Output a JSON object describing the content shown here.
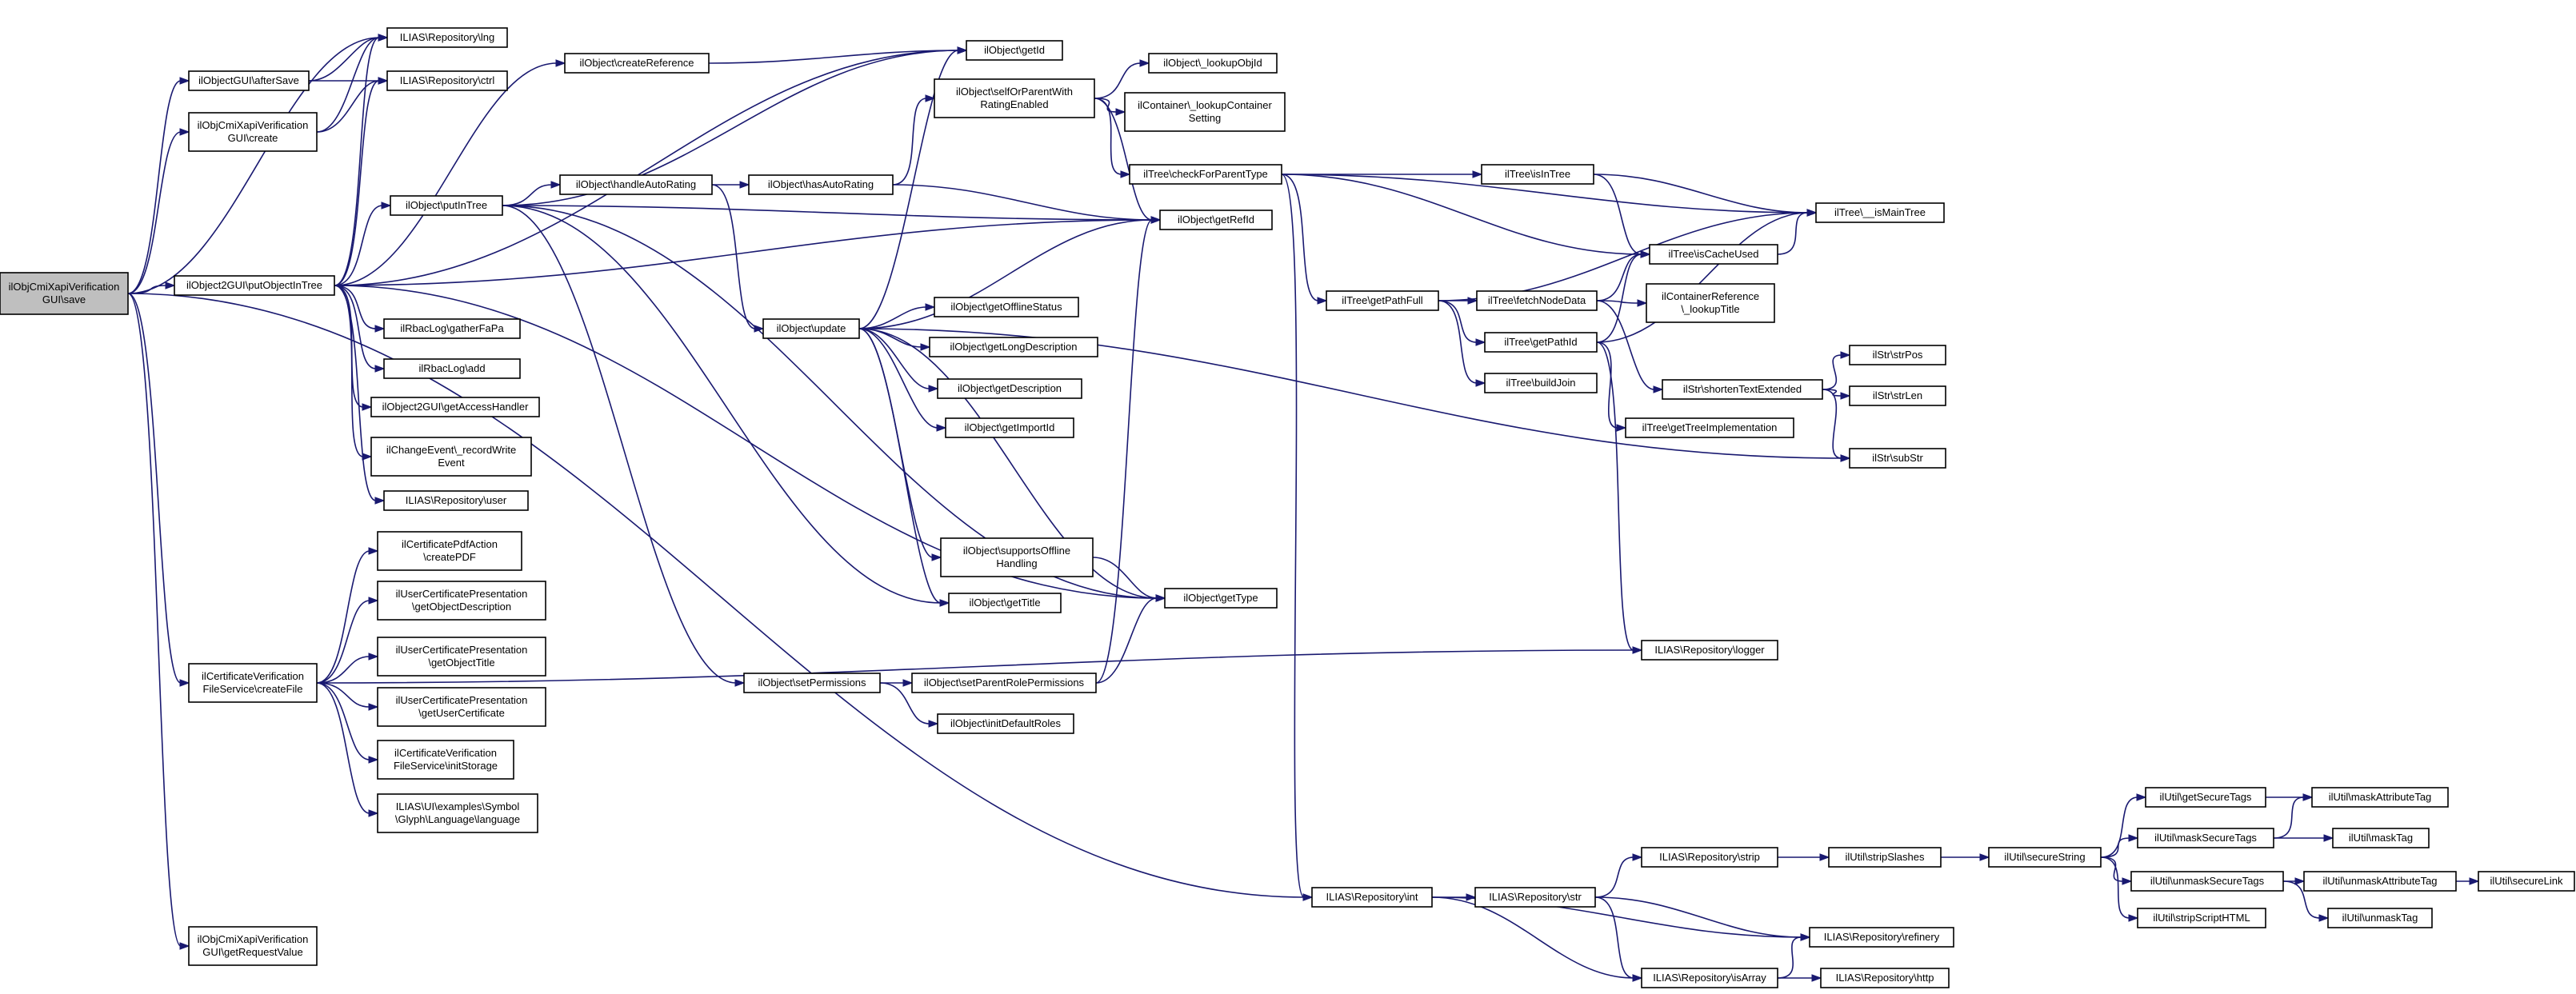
{
  "diagram": {
    "nodes": [
      {
        "id": "save",
        "lines": [
          "ilObjCmiXapiVerification",
          "GUI\\save"
        ],
        "root": true
      },
      {
        "id": "lng",
        "lines": [
          "ILIAS\\Repository\\lng"
        ]
      },
      {
        "id": "afterSave",
        "lines": [
          "ilObjectGUI\\afterSave"
        ]
      },
      {
        "id": "ctrl",
        "lines": [
          "ILIAS\\Repository\\ctrl"
        ]
      },
      {
        "id": "create",
        "lines": [
          "ilObjCmiXapiVerification",
          "GUI\\create"
        ]
      },
      {
        "id": "createReference",
        "lines": [
          "ilObject\\createReference"
        ]
      },
      {
        "id": "getId",
        "lines": [
          "ilObject\\getId"
        ]
      },
      {
        "id": "selfOrParent",
        "lines": [
          "ilObject\\selfOrParentWith",
          "RatingEnabled"
        ]
      },
      {
        "id": "lookupObjId",
        "lines": [
          "ilObject\\_lookupObjId"
        ]
      },
      {
        "id": "lookupContainerSetting",
        "lines": [
          "ilContainer\\_lookupContainer",
          "Setting"
        ]
      },
      {
        "id": "checkForParentType",
        "lines": [
          "ilTree\\checkForParentType"
        ]
      },
      {
        "id": "isInTree",
        "lines": [
          "ilTree\\isInTree"
        ]
      },
      {
        "id": "isMainTree",
        "lines": [
          "ilTree\\__isMainTree"
        ]
      },
      {
        "id": "putInTree",
        "lines": [
          "ilObject\\putInTree"
        ]
      },
      {
        "id": "handleAutoRating",
        "lines": [
          "ilObject\\handleAutoRating"
        ]
      },
      {
        "id": "hasAutoRating",
        "lines": [
          "ilObject\\hasAutoRating"
        ]
      },
      {
        "id": "getRefId",
        "lines": [
          "ilObject\\getRefId"
        ]
      },
      {
        "id": "isCacheUsed",
        "lines": [
          "ilTree\\isCacheUsed"
        ]
      },
      {
        "id": "putObjectInTree",
        "lines": [
          "ilObject2GUI\\putObjectInTree"
        ]
      },
      {
        "id": "getPathFull",
        "lines": [
          "ilTree\\getPathFull"
        ]
      },
      {
        "id": "fetchNodeData",
        "lines": [
          "ilTree\\fetchNodeData"
        ]
      },
      {
        "id": "lookupTitle",
        "lines": [
          "ilContainerReference",
          "\\_lookupTitle"
        ]
      },
      {
        "id": "getOfflineStatus",
        "lines": [
          "ilObject\\getOfflineStatus"
        ]
      },
      {
        "id": "update",
        "lines": [
          "ilObject\\update"
        ]
      },
      {
        "id": "getPathId",
        "lines": [
          "ilTree\\getPathId"
        ]
      },
      {
        "id": "strPos",
        "lines": [
          "ilStr\\strPos"
        ]
      },
      {
        "id": "gatherFaPa",
        "lines": [
          "ilRbacLog\\gatherFaPa"
        ]
      },
      {
        "id": "getLongDescription",
        "lines": [
          "ilObject\\getLongDescription"
        ]
      },
      {
        "id": "buildJoin",
        "lines": [
          "ilTree\\buildJoin"
        ]
      },
      {
        "id": "shortenTextExtended",
        "lines": [
          "ilStr\\shortenTextExtended"
        ]
      },
      {
        "id": "strLen",
        "lines": [
          "ilStr\\strLen"
        ]
      },
      {
        "id": "rbacAdd",
        "lines": [
          "ilRbacLog\\add"
        ]
      },
      {
        "id": "getDescription",
        "lines": [
          "ilObject\\getDescription"
        ]
      },
      {
        "id": "getAccessHandler",
        "lines": [
          "ilObject2GUI\\getAccessHandler"
        ]
      },
      {
        "id": "getImportId",
        "lines": [
          "ilObject\\getImportId"
        ]
      },
      {
        "id": "getTreeImplementation",
        "lines": [
          "ilTree\\getTreeImplementation"
        ]
      },
      {
        "id": "recordWriteEvent",
        "lines": [
          "ilChangeEvent\\_recordWrite",
          "Event"
        ]
      },
      {
        "id": "subStr",
        "lines": [
          "ilStr\\subStr"
        ]
      },
      {
        "id": "repoUser",
        "lines": [
          "ILIAS\\Repository\\user"
        ]
      },
      {
        "id": "supportsOffline",
        "lines": [
          "ilObject\\supportsOffline",
          "Handling"
        ]
      },
      {
        "id": "createPDF",
        "lines": [
          "ilCertificatePdfAction",
          "\\createPDF"
        ]
      },
      {
        "id": "getObjectDescription",
        "lines": [
          "ilUserCertificatePresentation",
          "\\getObjectDescription"
        ]
      },
      {
        "id": "getTitle",
        "lines": [
          "ilObject\\getTitle"
        ]
      },
      {
        "id": "getType",
        "lines": [
          "ilObject\\getType"
        ]
      },
      {
        "id": "getObjectTitle",
        "lines": [
          "ilUserCertificatePresentation",
          "\\getObjectTitle"
        ]
      },
      {
        "id": "createFile",
        "lines": [
          "ilCertificateVerification",
          "FileService\\createFile"
        ]
      },
      {
        "id": "logger",
        "lines": [
          "ILIAS\\Repository\\logger"
        ]
      },
      {
        "id": "setPermissions",
        "lines": [
          "ilObject\\setPermissions"
        ]
      },
      {
        "id": "setParentRolePermissions",
        "lines": [
          "ilObject\\setParentRolePermissions"
        ]
      },
      {
        "id": "getUserCertificate",
        "lines": [
          "ilUserCertificatePresentation",
          "\\getUserCertificate"
        ]
      },
      {
        "id": "initDefaultRoles",
        "lines": [
          "ilObject\\initDefaultRoles"
        ]
      },
      {
        "id": "initStorage",
        "lines": [
          "ilCertificateVerification",
          "FileService\\initStorage"
        ]
      },
      {
        "id": "language",
        "lines": [
          "ILIAS\\UI\\examples\\Symbol",
          "\\Glyph\\Language\\language"
        ]
      },
      {
        "id": "getSecureTags",
        "lines": [
          "ilUtil\\getSecureTags"
        ]
      },
      {
        "id": "maskAttributeTag",
        "lines": [
          "ilUtil\\maskAttributeTag"
        ]
      },
      {
        "id": "maskSecureTags",
        "lines": [
          "ilUtil\\maskSecureTags"
        ]
      },
      {
        "id": "maskTag",
        "lines": [
          "ilUtil\\maskTag"
        ]
      },
      {
        "id": "repoStrip",
        "lines": [
          "ILIAS\\Repository\\strip"
        ]
      },
      {
        "id": "stripSlashes",
        "lines": [
          "ilUtil\\stripSlashes"
        ]
      },
      {
        "id": "secureString",
        "lines": [
          "ilUtil\\secureString"
        ]
      },
      {
        "id": "unmaskSecureTags",
        "lines": [
          "ilUtil\\unmaskSecureTags"
        ]
      },
      {
        "id": "unmaskAttributeTag",
        "lines": [
          "ilUtil\\unmaskAttributeTag"
        ]
      },
      {
        "id": "secureLink",
        "lines": [
          "ilUtil\\secureLink"
        ]
      },
      {
        "id": "repoInt",
        "lines": [
          "ILIAS\\Repository\\int"
        ]
      },
      {
        "id": "repoStr",
        "lines": [
          "ILIAS\\Repository\\str"
        ]
      },
      {
        "id": "stripScriptHTML",
        "lines": [
          "ilUtil\\stripScriptHTML"
        ]
      },
      {
        "id": "unmaskTag",
        "lines": [
          "ilUtil\\unmaskTag"
        ]
      },
      {
        "id": "refinery",
        "lines": [
          "ILIAS\\Repository\\refinery"
        ]
      },
      {
        "id": "getRequestValue",
        "lines": [
          "ilObjCmiXapiVerification",
          "GUI\\getRequestValue"
        ]
      },
      {
        "id": "isArray",
        "lines": [
          "ILIAS\\Repository\\isArray"
        ]
      },
      {
        "id": "http",
        "lines": [
          "ILIAS\\Repository\\http"
        ]
      }
    ],
    "edges": [
      [
        "save",
        "lng"
      ],
      [
        "save",
        "afterSave"
      ],
      [
        "save",
        "create"
      ],
      [
        "save",
        "putObjectInTree"
      ],
      [
        "save",
        "createFile"
      ],
      [
        "save",
        "repoInt"
      ],
      [
        "save",
        "getRequestValue"
      ],
      [
        "afterSave",
        "lng"
      ],
      [
        "afterSave",
        "ctrl"
      ],
      [
        "create",
        "lng"
      ],
      [
        "create",
        "ctrl"
      ],
      [
        "createReference",
        "getId"
      ],
      [
        "selfOrParent",
        "lookupObjId"
      ],
      [
        "selfOrParent",
        "lookupContainerSetting"
      ],
      [
        "selfOrParent",
        "checkForParentType"
      ],
      [
        "selfOrParent",
        "getRefId"
      ],
      [
        "checkForParentType",
        "isInTree"
      ],
      [
        "checkForParentType",
        "isMainTree"
      ],
      [
        "checkForParentType",
        "isCacheUsed"
      ],
      [
        "checkForParentType",
        "getPathFull"
      ],
      [
        "checkForParentType",
        "repoInt"
      ],
      [
        "isInTree",
        "isMainTree"
      ],
      [
        "isInTree",
        "isCacheUsed"
      ],
      [
        "isCacheUsed",
        "isMainTree"
      ],
      [
        "putInTree",
        "getId"
      ],
      [
        "putInTree",
        "handleAutoRating"
      ],
      [
        "putInTree",
        "getRefId"
      ],
      [
        "putInTree",
        "getType"
      ],
      [
        "putInTree",
        "getTitle"
      ],
      [
        "putInTree",
        "setPermissions"
      ],
      [
        "handleAutoRating",
        "hasAutoRating"
      ],
      [
        "handleAutoRating",
        "update"
      ],
      [
        "hasAutoRating",
        "selfOrParent"
      ],
      [
        "hasAutoRating",
        "getRefId"
      ],
      [
        "putObjectInTree",
        "lng"
      ],
      [
        "putObjectInTree",
        "ctrl"
      ],
      [
        "putObjectInTree",
        "createReference"
      ],
      [
        "putObjectInTree",
        "getId"
      ],
      [
        "putObjectInTree",
        "putInTree"
      ],
      [
        "putObjectInTree",
        "getRefId"
      ],
      [
        "putObjectInTree",
        "gatherFaPa"
      ],
      [
        "putObjectInTree",
        "rbacAdd"
      ],
      [
        "putObjectInTree",
        "getAccessHandler"
      ],
      [
        "putObjectInTree",
        "recordWriteEvent"
      ],
      [
        "putObjectInTree",
        "repoUser"
      ],
      [
        "putObjectInTree",
        "getType"
      ],
      [
        "getPathFull",
        "isMainTree"
      ],
      [
        "getPathFull",
        "fetchNodeData"
      ],
      [
        "getPathFull",
        "getPathId"
      ],
      [
        "getPathFull",
        "buildJoin"
      ],
      [
        "fetchNodeData",
        "isCacheUsed"
      ],
      [
        "fetchNodeData",
        "lookupTitle"
      ],
      [
        "fetchNodeData",
        "shortenTextExtended"
      ],
      [
        "update",
        "getId"
      ],
      [
        "update",
        "getRefId"
      ],
      [
        "update",
        "getOfflineStatus"
      ],
      [
        "update",
        "getLongDescription"
      ],
      [
        "update",
        "getDescription"
      ],
      [
        "update",
        "getImportId"
      ],
      [
        "update",
        "supportsOffline"
      ],
      [
        "update",
        "getTitle"
      ],
      [
        "update",
        "getType"
      ],
      [
        "update",
        "subStr"
      ],
      [
        "getPathId",
        "isMainTree"
      ],
      [
        "getPathId",
        "isCacheUsed"
      ],
      [
        "getPathId",
        "getTreeImplementation"
      ],
      [
        "getPathId",
        "logger"
      ],
      [
        "shortenTextExtended",
        "strPos"
      ],
      [
        "shortenTextExtended",
        "strLen"
      ],
      [
        "shortenTextExtended",
        "subStr"
      ],
      [
        "supportsOffline",
        "getType"
      ],
      [
        "createFile",
        "createPDF"
      ],
      [
        "createFile",
        "getObjectDescription"
      ],
      [
        "createFile",
        "getObjectTitle"
      ],
      [
        "createFile",
        "getUserCertificate"
      ],
      [
        "createFile",
        "initStorage"
      ],
      [
        "createFile",
        "language"
      ],
      [
        "createFile",
        "logger"
      ],
      [
        "setPermissions",
        "setParentRolePermissions"
      ],
      [
        "setPermissions",
        "initDefaultRoles"
      ],
      [
        "setParentRolePermissions",
        "getRefId"
      ],
      [
        "setParentRolePermissions",
        "getType"
      ],
      [
        "getSecureTags",
        "maskAttributeTag"
      ],
      [
        "maskSecureTags",
        "maskAttributeTag"
      ],
      [
        "maskSecureTags",
        "maskTag"
      ],
      [
        "repoStrip",
        "stripSlashes"
      ],
      [
        "stripSlashes",
        "secureString"
      ],
      [
        "secureString",
        "getSecureTags"
      ],
      [
        "secureString",
        "maskSecureTags"
      ],
      [
        "secureString",
        "unmaskSecureTags"
      ],
      [
        "secureString",
        "stripScriptHTML"
      ],
      [
        "unmaskSecureTags",
        "unmaskAttributeTag"
      ],
      [
        "unmaskSecureTags",
        "unmaskTag"
      ],
      [
        "unmaskAttributeTag",
        "secureLink"
      ],
      [
        "repoInt",
        "repoStr"
      ],
      [
        "repoInt",
        "refinery"
      ],
      [
        "repoInt",
        "isArray"
      ],
      [
        "repoStr",
        "repoStrip"
      ],
      [
        "repoStr",
        "refinery"
      ],
      [
        "repoStr",
        "isArray"
      ],
      [
        "isArray",
        "refinery"
      ],
      [
        "isArray",
        "http"
      ]
    ]
  }
}
